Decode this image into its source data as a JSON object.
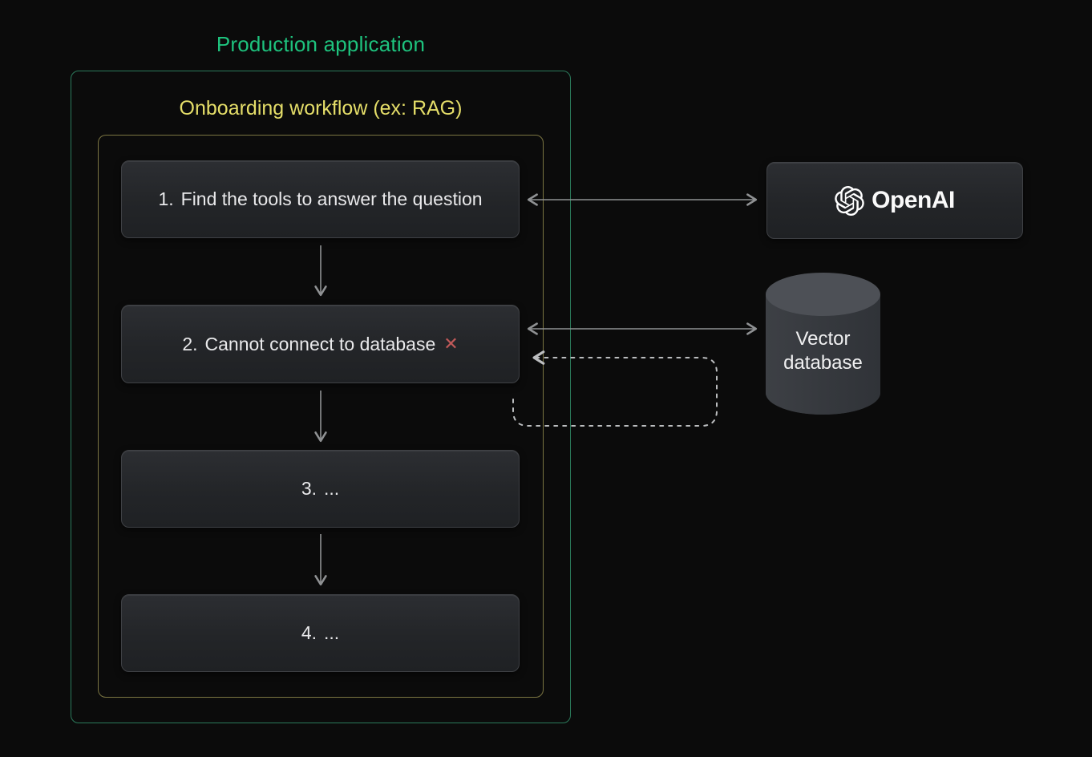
{
  "titles": {
    "production": "Production application",
    "workflow": "Onboarding workflow (ex: RAG)"
  },
  "steps": [
    {
      "number": "1.",
      "label": "Find the tools to answer the question"
    },
    {
      "number": "2.",
      "label": "Cannot connect to database",
      "error": true,
      "error_icon": "✕"
    },
    {
      "number": "3.",
      "label": "..."
    },
    {
      "number": "4.",
      "label": "..."
    }
  ],
  "services": {
    "openai": {
      "label": "OpenAI",
      "icon": "openai-logo-icon"
    },
    "vector_db": {
      "label": "Vector database",
      "shape": "cylinder"
    }
  },
  "arrows": {
    "step1_openai": "bidirectional-solid",
    "step2_vectordb": "bidirectional-solid",
    "step2_retry_loop": "dashed-return-loop",
    "step1_step2": "down",
    "step2_step3": "down",
    "step3_step4": "down"
  },
  "colors": {
    "production_title": "#1ec37e",
    "workflow_title": "#e5de69",
    "green_border": "#2b7a5b",
    "yellow_border": "#7b7542",
    "arrow": "#8f9193",
    "dashed": "#bcbec0",
    "error_x": "#c15959",
    "node_text": "#e9e9eb",
    "page_bg": "#0b0b0b"
  }
}
